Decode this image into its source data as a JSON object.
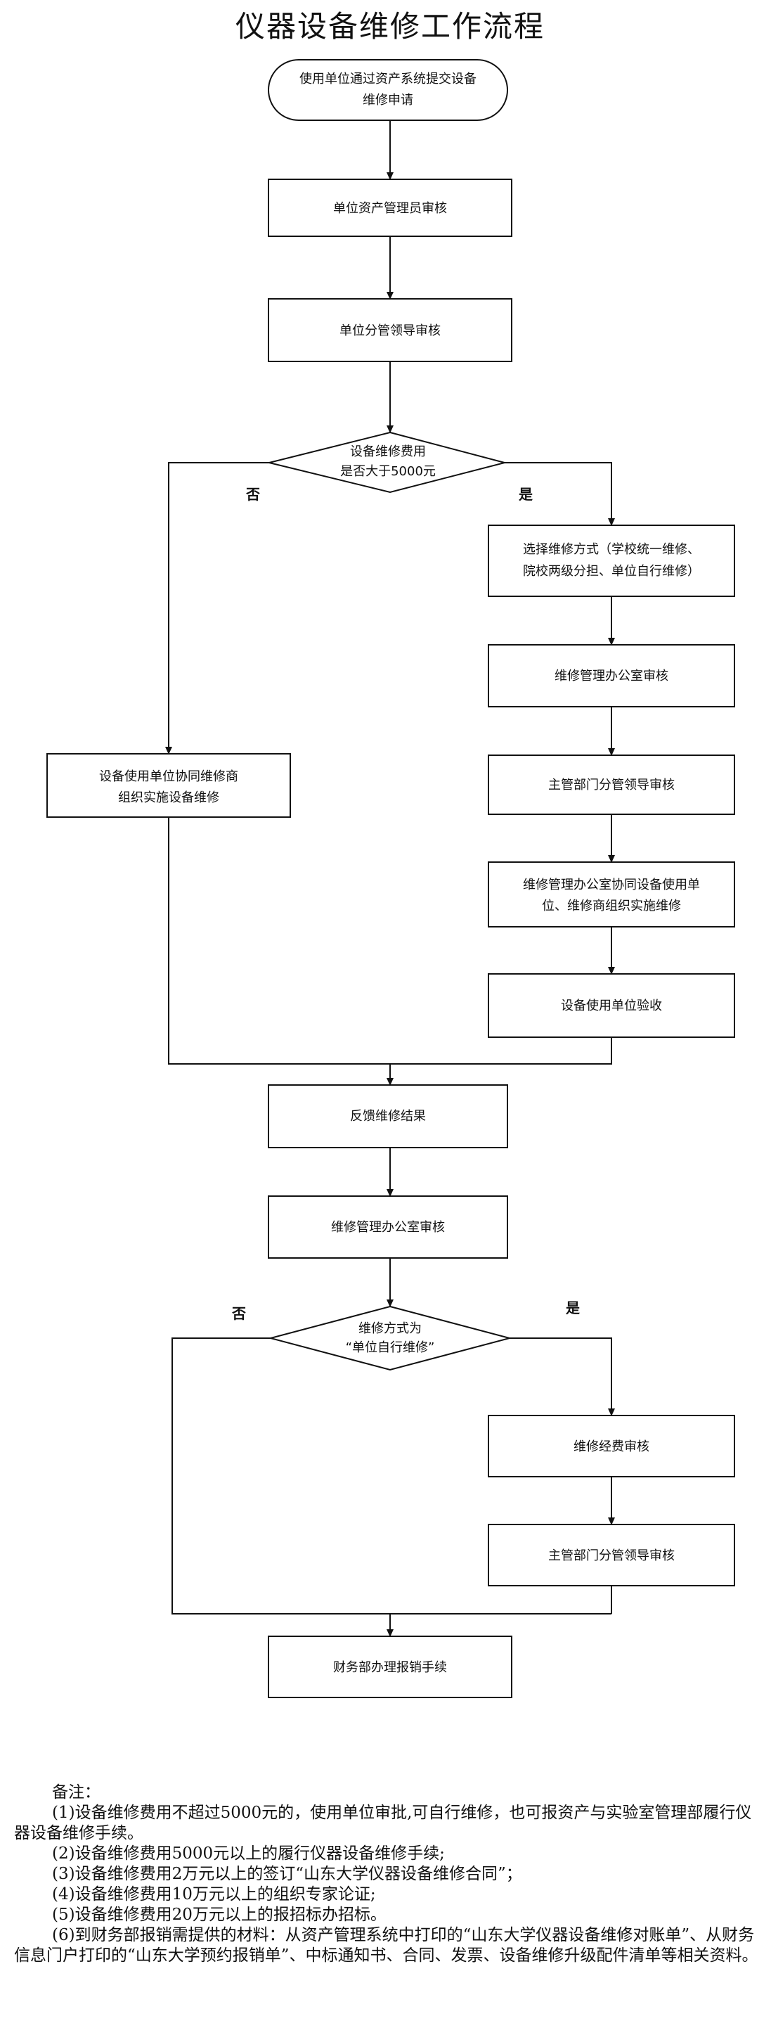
{
  "title": "仪器设备维修工作流程",
  "flow": {
    "start": [
      "使用单位通过资产系统提交设备",
      "维修申请"
    ],
    "asset_admin_review": [
      "单位资产管理员审核"
    ],
    "dept_leader_review": [
      "单位分管领导审核"
    ],
    "cost_decision": [
      "设备维修费用",
      "是否大于5000元"
    ],
    "decision1_no": "否",
    "decision1_yes": "是",
    "choose_method": [
      "选择维修方式（学校统一维修、",
      "院校两级分担、单位自行维修）"
    ],
    "repair_office_review_1": [
      "维修管理办公室审核"
    ],
    "unit_coordinate": [
      "设备使用单位协同维修商",
      "组织实施设备维修"
    ],
    "supervisor_review_1": [
      "主管部门分管领导审核"
    ],
    "office_coordinate": [
      "维修管理办公室协同设备使用单",
      "位、维修商组织实施维修"
    ],
    "unit_acceptance": [
      "设备使用单位验收"
    ],
    "feedback": [
      "反馈维修结果"
    ],
    "repair_office_review_2": [
      "维修管理办公室审核"
    ],
    "method_decision": [
      "维修方式为",
      "“单位自行维修”"
    ],
    "decision2_no": "否",
    "decision2_yes": "是",
    "expense_review": [
      "维修经费审核"
    ],
    "supervisor_review_2": [
      "主管部门分管领导审核"
    ],
    "reimbursement": [
      "财务部办理报销手续"
    ]
  },
  "notes": {
    "title": "备注：",
    "items": [
      "(1)设备维修费用不超过5000元的，使用单位审批,可自行维修，也可报资产与实验室管理部履行仪器设备维修手续。",
      "(2)设备维修费用5000元以上的履行仪器设备维修手续;",
      "(3)设备维修费用2万元以上的签订“山东大学仪器设备维修合同”；",
      "(4)设备维修费用10万元以上的组织专家论证;",
      "(5)设备维修费用20万元以上的报招标办招标。",
      "(6)到财务部报销需提供的材料：从资产管理系统中打印的“山东大学仪器设备维修对账单”、从财务信息门户打印的“山东大学预约报销单”、中标通知书、合同、发票、设备维修升级配件清单等相关资料。"
    ]
  }
}
